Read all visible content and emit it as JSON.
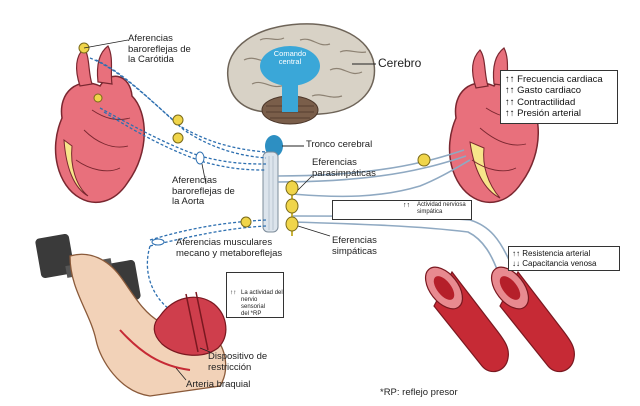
{
  "labels": {
    "afferent_carotid": "Aferencias\nbaroreflejas de\nla Carótida",
    "command_center": "Comando\ncentral",
    "brain": "Cerebro",
    "brainstem": "Tronco cerebral",
    "parasympathetic": "Eferencias\nparasimpáticas",
    "afferent_aorta": "Aferencias\nbaroreflejas de\nla Aorta",
    "sympathetic": "Eferencias\nsimpáticas",
    "afferent_muscle": "Aferencias musculares\nmecano y metaboreflejas",
    "restriction_device": "Dispositivo de\nrestricción",
    "brachial_artery": "Arteria braquial",
    "footnote": "*RP: reflejo presor"
  },
  "heart_box": {
    "items": [
      "Frecuencia cardiaca",
      "Gasto cardiaco",
      "Contractilidad",
      "Presión arterial"
    ]
  },
  "nerve_box": {
    "text": "Actividad nerviosa\nsimpática"
  },
  "vessel_box": {
    "items": [
      {
        "arrow": "↑↑",
        "text": "Resistencia arterial"
      },
      {
        "arrow": "↓↓",
        "text": "Capacitancia venosa"
      }
    ]
  },
  "muscle_box": {
    "text": "La actividad del\nnervio sensorial\ndel *RP"
  },
  "symbols": {
    "up_double": "↑↑"
  },
  "colors": {
    "heart": "#e8707c",
    "vessel": "#c62a35",
    "brain": "#d8d2c6",
    "command": "#3aa7d8",
    "ganglion": "#f0d54a",
    "muscle": "#cf3e4c",
    "skin": "#f2d2b8"
  }
}
